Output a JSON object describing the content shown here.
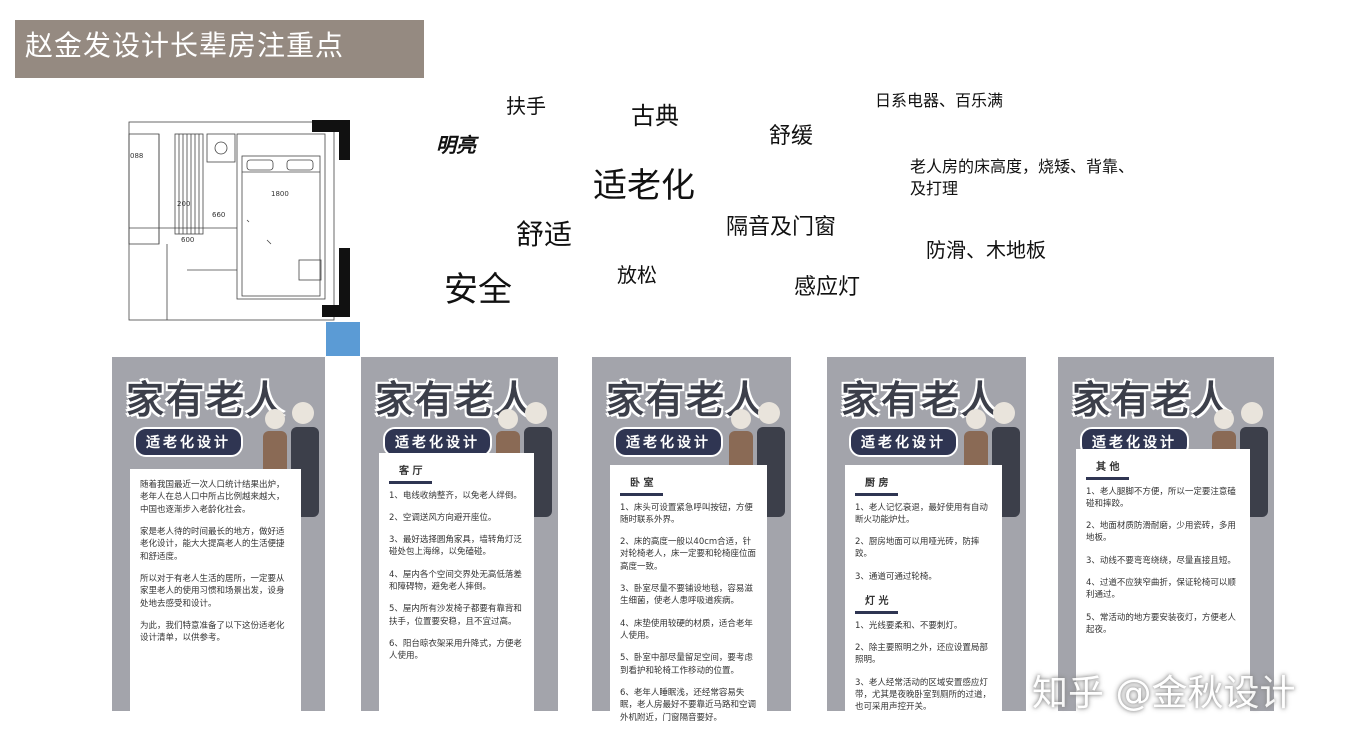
{
  "title": "赵金发设计长辈房注重点",
  "floor_plan": {
    "dims": [
      "088",
      "200",
      "660",
      "600",
      "1800"
    ]
  },
  "keywords": [
    {
      "id": "fushou",
      "text": "扶手"
    },
    {
      "id": "gudian",
      "text": "古典"
    },
    {
      "id": "shuhuan",
      "text": "舒缓"
    },
    {
      "id": "dianqi",
      "text": "日系电器、百乐满"
    },
    {
      "id": "mingliang",
      "text": "明亮"
    },
    {
      "id": "shilaohua",
      "text": "适老化"
    },
    {
      "id": "chuang",
      "text": "老人房的床高度，烧矮、背靠、\n及打理"
    },
    {
      "id": "shushi",
      "text": "舒适"
    },
    {
      "id": "geyin",
      "text": "隔音及门窗"
    },
    {
      "id": "fanghua",
      "text": "防滑、木地板"
    },
    {
      "id": "anquan",
      "text": "安全"
    },
    {
      "id": "fangsong",
      "text": "放松"
    },
    {
      "id": "ganying",
      "text": "感应灯"
    }
  ],
  "posters": [
    {
      "heading": "家有老人",
      "subheading": "适老化设计",
      "section": "",
      "items": [
        "随着我国最近一次人口统计结果出炉，老年人在总人口中所占比例越来越大，中国也逐渐步入老龄化社会。",
        "家是老人待的时间最长的地方，做好适老化设计，能大大提高老人的生活便捷和舒适度。",
        "所以对于有老人生活的居所，一定要从家里老人的使用习惯和场景出发，设身处地去感受和设计。",
        "为此，我们特意准备了以下这份适老化设计清单，以供参考。"
      ]
    },
    {
      "heading": "家有老人",
      "subheading": "适老化设计",
      "section": "客 厅",
      "items": [
        "1、电线收纳整齐，以免老人绊倒。",
        "2、空调送风方向避开座位。",
        "3、最好选择圆角家具，墙转角灯泛碰处包上海绵，以免磕碰。",
        "4、屋内各个空间交界处无高低落差和障碍物，避免老人摔倒。",
        "5、屋内所有沙发椅子都要有靠背和扶手，位置要安稳，且不宜过高。",
        "6、阳台晾衣架采用升降式，方便老人使用。"
      ]
    },
    {
      "heading": "家有老人",
      "subheading": "适老化设计",
      "section": "卧 室",
      "items": [
        "1、床头可设置紧急呼叫按钮，方便随时联系外界。",
        "2、床的高度一般以40cm合适，针对轮椅老人，床一定要和轮椅座位面高度一致。",
        "3、卧室尽量不要铺设地毯，容易滋生细菌，使老人患呼吸道疾病。",
        "4、床垫使用较硬的材质，适合老年人使用。",
        "5、卧室中部尽量留足空间，要考虑到看护和轮椅工作移动的位置。",
        "6、老年人睡眠浅，还经常容易失眠，老人房最好不要靠近马路和空调外机附近，门窗隔音要好。"
      ]
    },
    {
      "heading": "家有老人",
      "subheading": "适老化设计",
      "section": "厨 房",
      "items": [
        "1、老人记忆衰退，最好使用有自动断火功能炉灶。",
        "2、厨房地面可以用哑光砖，防摔跤。",
        "3、通道可通过轮椅。",
        "灯 光",
        "1、光线要柔和、不要刺灯。",
        "2、除主要照明之外，还应设置局部照明。",
        "3、老人经常活动的区域安置感应灯带，尤其是夜晚卧室到厕所的过道，也可采用声控开关。"
      ]
    },
    {
      "heading": "家有老人",
      "subheading": "适老化设计",
      "section": "其 他",
      "items": [
        "1、老人腿脚不方便，所以一定要注意磕碰和摔跤。",
        "2、地面材质防滑耐磨，少用瓷砖，多用地板。",
        "3、动线不要弯弯绕绕，尽量直接且短。",
        "4、过道不应狭窄曲折，保证轮椅可以顺利通过。",
        "5、常活动的地方要安装夜灯，方便老人起夜。"
      ]
    }
  ],
  "watermark": "知乎 @金秋设计"
}
